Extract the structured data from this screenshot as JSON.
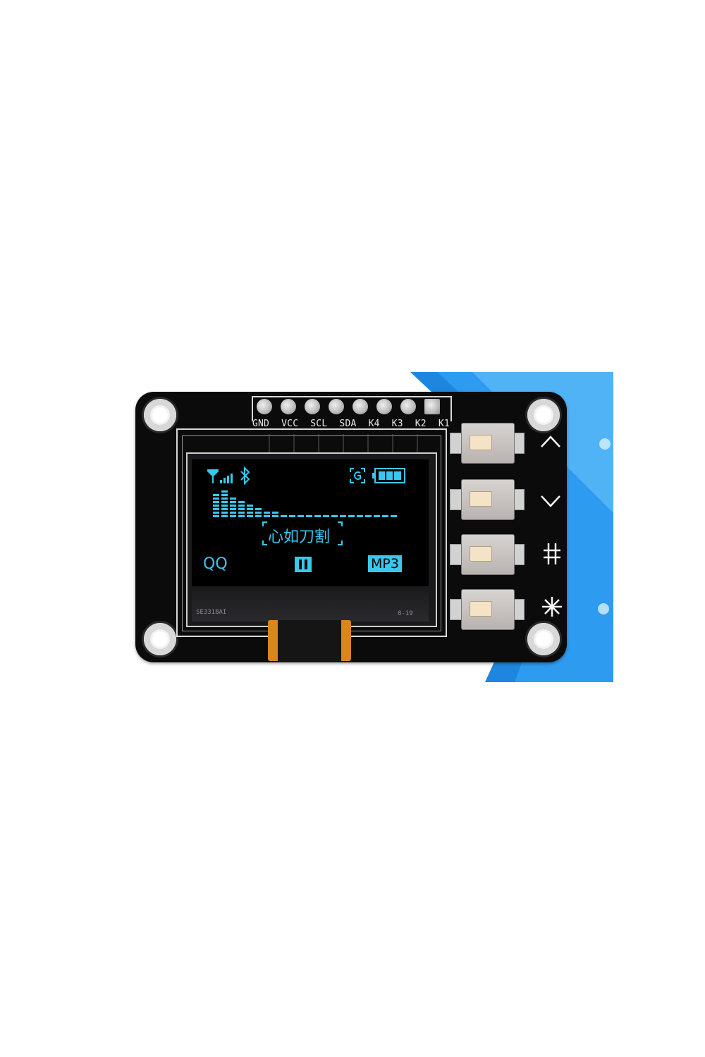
{
  "header_pins": [
    "GND",
    "VCC",
    "SCL",
    "SDA",
    "K4",
    "K3",
    "K2",
    "K1"
  ],
  "oled": {
    "title": "心如刀割",
    "source_label": "QQ",
    "format_label": "MP3",
    "pause_icon": "pause-icon",
    "signal_icon": "signal-strength-icon",
    "bluetooth_icon": "bluetooth-icon",
    "gps_icon": "location-icon",
    "battery_icon": "battery-icon",
    "spectrum_levels": [
      7,
      8,
      6,
      5,
      4,
      3,
      2,
      2,
      1,
      1,
      1,
      1,
      1,
      1,
      1,
      1,
      1,
      1,
      1,
      1,
      1,
      1
    ]
  },
  "glass_markings": {
    "left": "SE3318AI",
    "right": "8-19"
  },
  "buttons": [
    {
      "symbol": "^",
      "icon": "up-arrow-icon"
    },
    {
      "symbol": "v",
      "icon": "down-arrow-icon"
    },
    {
      "symbol": "#",
      "icon": "hash-icon"
    },
    {
      "symbol": "*",
      "icon": "asterisk-icon"
    }
  ],
  "colors": {
    "oled_cyan": "#38c8ee",
    "pcb_black": "#0b0b0c",
    "backdrop_blue": "#1e88e5"
  }
}
